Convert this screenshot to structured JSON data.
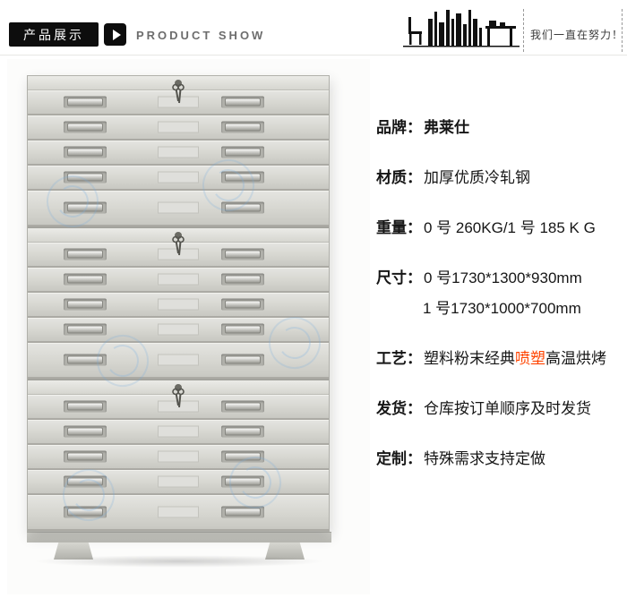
{
  "header": {
    "badge": "产品展示",
    "subtitle": "PRODUCT SHOW",
    "slogan": "我们一直在努力！"
  },
  "product": {
    "cabinet_sections": 3,
    "drawers_per_section": 5
  },
  "specs": [
    {
      "key": "brand",
      "label": "品牌：",
      "lines": [
        [
          {
            "t": "弗莱仕",
            "b": true
          }
        ]
      ]
    },
    {
      "key": "material",
      "label": "材质：",
      "lines": [
        [
          {
            "t": "加厚优质冷轧钢"
          }
        ]
      ]
    },
    {
      "key": "weight",
      "label": "重量：",
      "lines": [
        [
          {
            "t": "0 号 260KG/1 号 185 K G"
          }
        ]
      ]
    },
    {
      "key": "size",
      "label": "尺寸：",
      "lines": [
        [
          {
            "t": "0 号1730*1300*930mm"
          }
        ],
        [
          {
            "t": "1 号1730*1000*700mm"
          }
        ]
      ]
    },
    {
      "key": "craft",
      "label": "工艺：",
      "lines": [
        [
          {
            "t": "塑料粉末经典"
          },
          {
            "t": "喷塑",
            "hl": true
          },
          {
            "t": "高温烘烤"
          }
        ]
      ]
    },
    {
      "key": "shipping",
      "label": "发货：",
      "lines": [
        [
          {
            "t": "仓库按订单顺序及时发货"
          }
        ]
      ]
    },
    {
      "key": "custom",
      "label": "定制：",
      "lines": [
        [
          {
            "t": "特殊需求支持定做"
          }
        ]
      ]
    }
  ],
  "colors": {
    "accent": "#ff4400",
    "header_bar": "#0d0d0d"
  }
}
